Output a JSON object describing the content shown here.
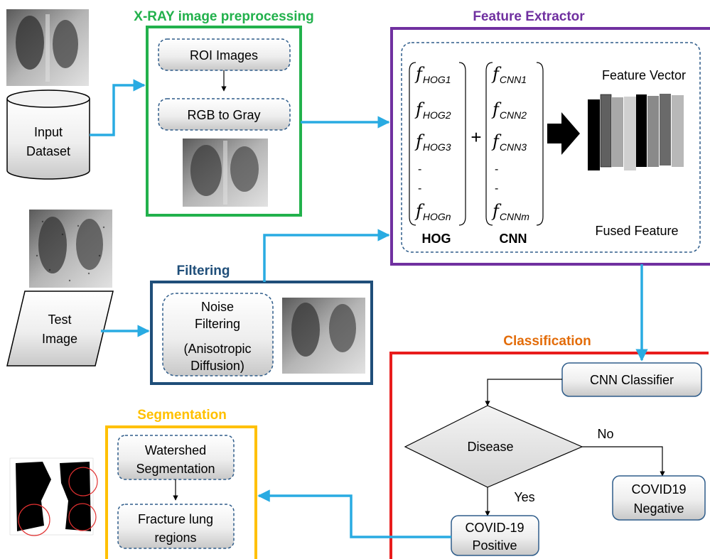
{
  "sections": {
    "preprocessing": {
      "title": "X-RAY image preprocessing",
      "color": "#22b14c"
    },
    "feature_extractor": {
      "title": "Feature Extractor",
      "color": "#7030a0"
    },
    "filtering": {
      "title": "Filtering",
      "color": "#1f4e79"
    },
    "classification": {
      "title": "Classification",
      "color": "#e36c09"
    },
    "segmentation": {
      "title": "Segmentation",
      "color": "#ffc000"
    }
  },
  "inputs": {
    "dataset": {
      "line1": "Input",
      "line2": "Dataset"
    },
    "test_image": {
      "line1": "Test",
      "line2": "Image"
    }
  },
  "preprocessing": {
    "roi": "ROI Images",
    "rgb_gray": "RGB to Gray"
  },
  "filtering": {
    "lines": [
      "Noise",
      "Filtering",
      "(Anisotropic",
      "Diffusion)"
    ]
  },
  "features": {
    "hog_terms": [
      {
        "main": "f",
        "sub": "HOG1"
      },
      {
        "main": "f",
        "sub": "HOG2"
      },
      {
        "main": "f",
        "sub": "HOG3"
      },
      {
        "main": "-",
        "sub": ""
      },
      {
        "main": "-",
        "sub": ""
      },
      {
        "main": "f",
        "sub": "HOGn"
      }
    ],
    "cnn_terms": [
      {
        "main": "f",
        "sub": "CNN1"
      },
      {
        "main": "f",
        "sub": "CNN2"
      },
      {
        "main": "f",
        "sub": "CNN3"
      },
      {
        "main": "-",
        "sub": ""
      },
      {
        "main": "-",
        "sub": ""
      },
      {
        "main": "f",
        "sub": "CNNm"
      }
    ],
    "plus": "+",
    "hog_label": "HOG",
    "cnn_label": "CNN",
    "vector_title": "Feature Vector",
    "fused_label": "Fused Feature"
  },
  "classification": {
    "classifier": "CNN Classifier",
    "decision": "Disease",
    "no_label": "No",
    "yes_label": "Yes",
    "negative": {
      "line1": "COVID19",
      "line2": "Negative"
    },
    "positive": {
      "line1": "COVID-19",
      "line2": "Positive"
    }
  },
  "segmentation": {
    "watershed": {
      "line1": "Watershed",
      "line2": "Segmentation"
    },
    "fracture": {
      "line1": "Fracture lung",
      "line2": "regions"
    }
  },
  "colors": {
    "arrow": "#29abe2",
    "node_border": "#2e5c8a"
  }
}
